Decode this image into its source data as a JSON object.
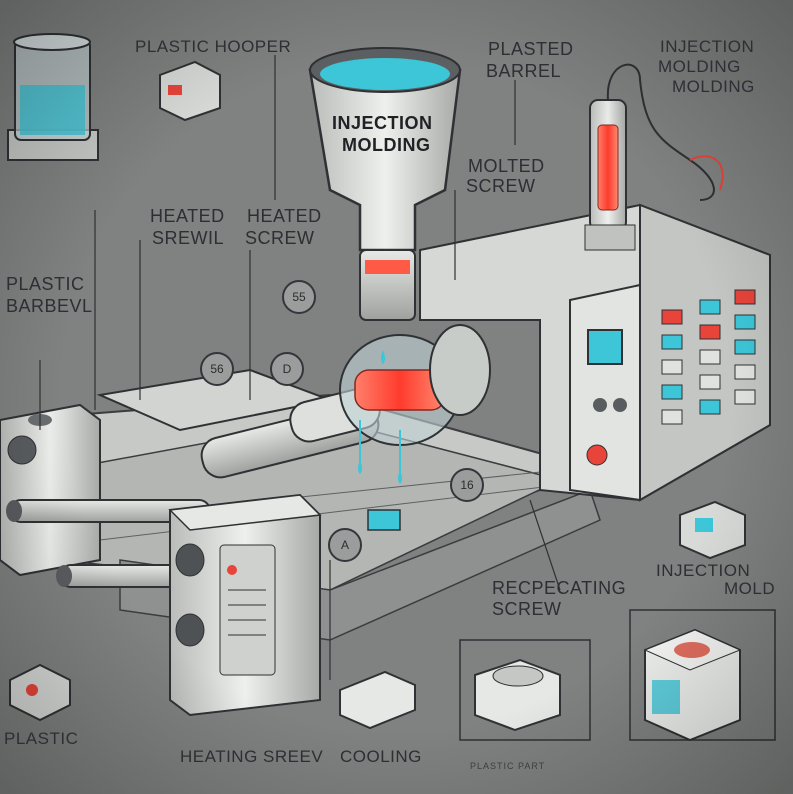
{
  "labels": {
    "plastic_hopper": "PLASTIC HOOPER",
    "plasted_barrel_1": "PLASTED",
    "plasted_barrel_2": "BARREL",
    "injection_molding_1": "INJECTION",
    "injection_molding_2": "MOLDING",
    "injection_molding_3": "MOLDING",
    "hopper_title_1": "INJECTION",
    "hopper_title_2": "MOLDING",
    "molted_screw_1": "MOLTED",
    "molted_screw_2": "SCREW",
    "heated_srewil_1": "HEATED",
    "heated_srewil_2": "SREWIL",
    "heated_screw_1": "HEATED",
    "heated_screw_2": "SCREW",
    "plastic_barbevl_1": "PLASTIC",
    "plastic_barbevl_2": "BARBEVL",
    "recpecating_screw_1": "RECPECATING",
    "recpecating_screw_2": "SCREW",
    "injection_mold_1": "INJECTION",
    "injection_mold_2": "MOLD",
    "plastic_bottom": "PLASTIC",
    "heating_screw": "HEATING SREEV",
    "cooling": "COOLING",
    "plastic_part": "PLASTIC PART"
  },
  "numbers": {
    "n55": "55",
    "n56": "56",
    "nD": "D",
    "n16": "16",
    "nA": "A"
  },
  "colors": {
    "background": "#7f8280",
    "metal": "#d9dbd8",
    "accent_blue": "#3cc6d8",
    "accent_red": "#e8443a"
  }
}
